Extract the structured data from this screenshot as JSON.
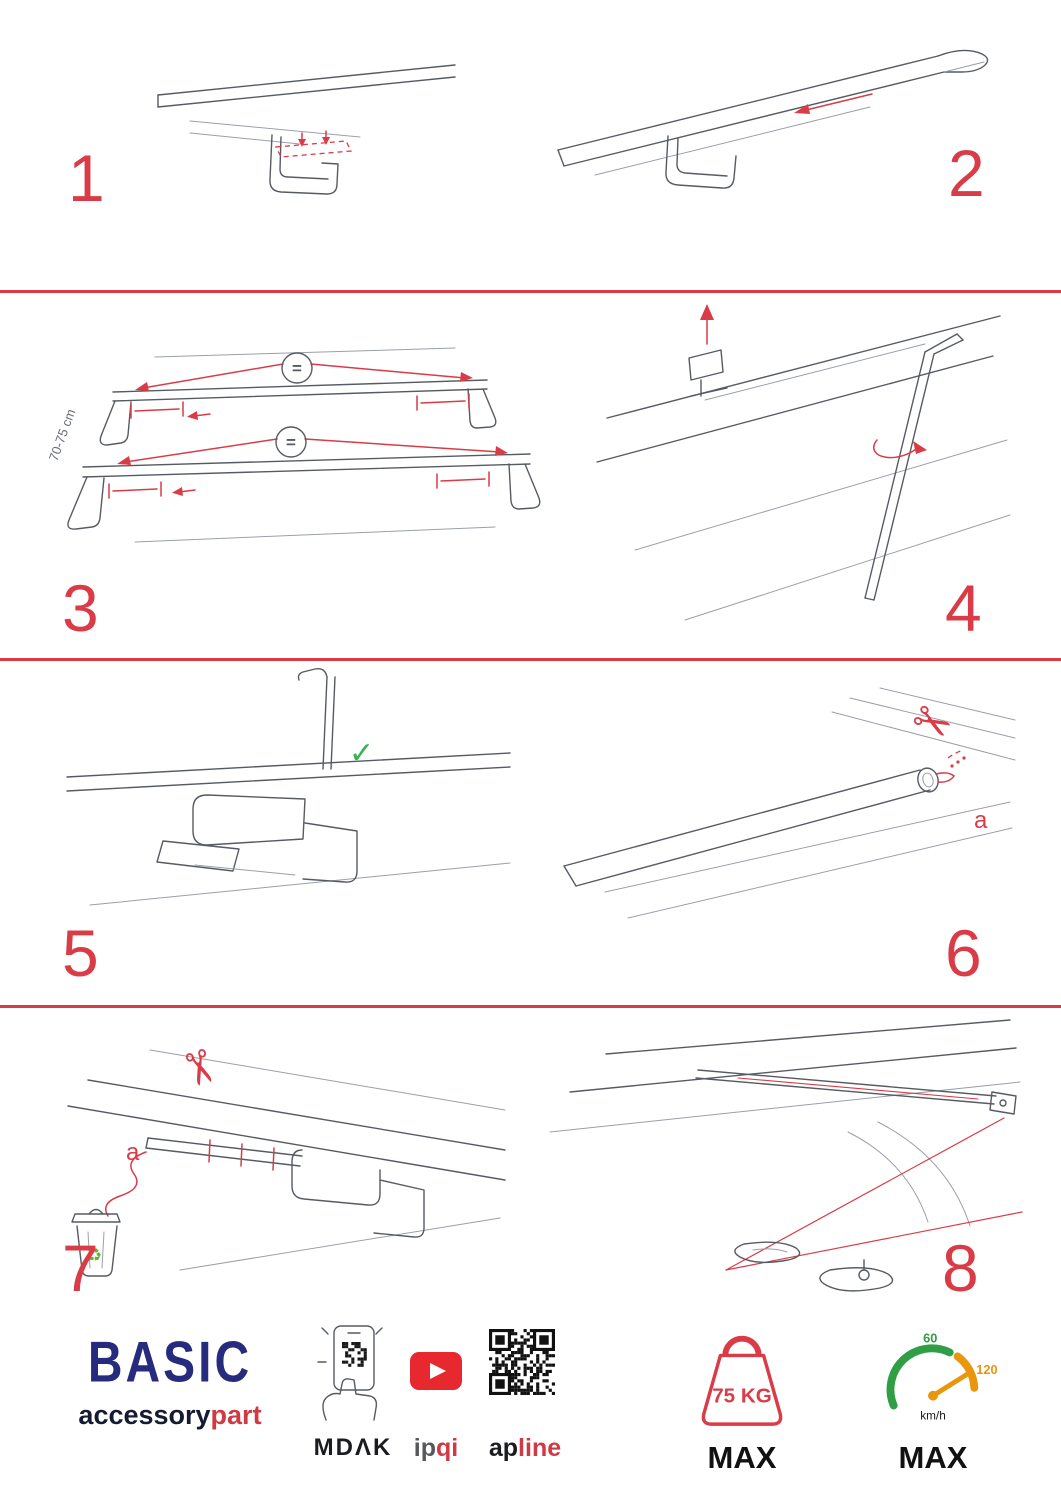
{
  "steps": {
    "s1": {
      "number": "1"
    },
    "s2": {
      "number": "2"
    },
    "s3": {
      "number": "3",
      "dimension_label": "70-75 cm",
      "equals": "="
    },
    "s4": {
      "number": "4"
    },
    "s5": {
      "number": "5",
      "check_icon": "✓"
    },
    "s6": {
      "number": "6",
      "cut_label": "a",
      "scissors_icon": "✂"
    },
    "s7": {
      "number": "7",
      "cut_label": "a",
      "scissors_icon": "✂",
      "recycle_icon": "♻"
    },
    "s8": {
      "number": "8"
    }
  },
  "footer": {
    "brand": "BASIC",
    "brand_word_1": "accessory",
    "brand_word_2": "part",
    "partner_mdak": "MDΛK",
    "partner_ipqi_1": "ip",
    "partner_ipqi_2": "qi",
    "partner_apline_1": "ap",
    "partner_apline_2": "line",
    "weight_limit": "75 KG",
    "weight_limit_max": "MAX",
    "speed_tick_low": "60",
    "speed_tick_high": "120",
    "speed_unit": "km/h",
    "speed_max": "MAX"
  },
  "colors": {
    "accent_red": "#d93c46",
    "brand_blue": "#272b7e",
    "check_green": "#37b24d",
    "recycle_green": "#62b52e",
    "gauge_green": "#2f9e44",
    "gauge_orange": "#e8960c",
    "drawing_gray": "#565b63"
  }
}
